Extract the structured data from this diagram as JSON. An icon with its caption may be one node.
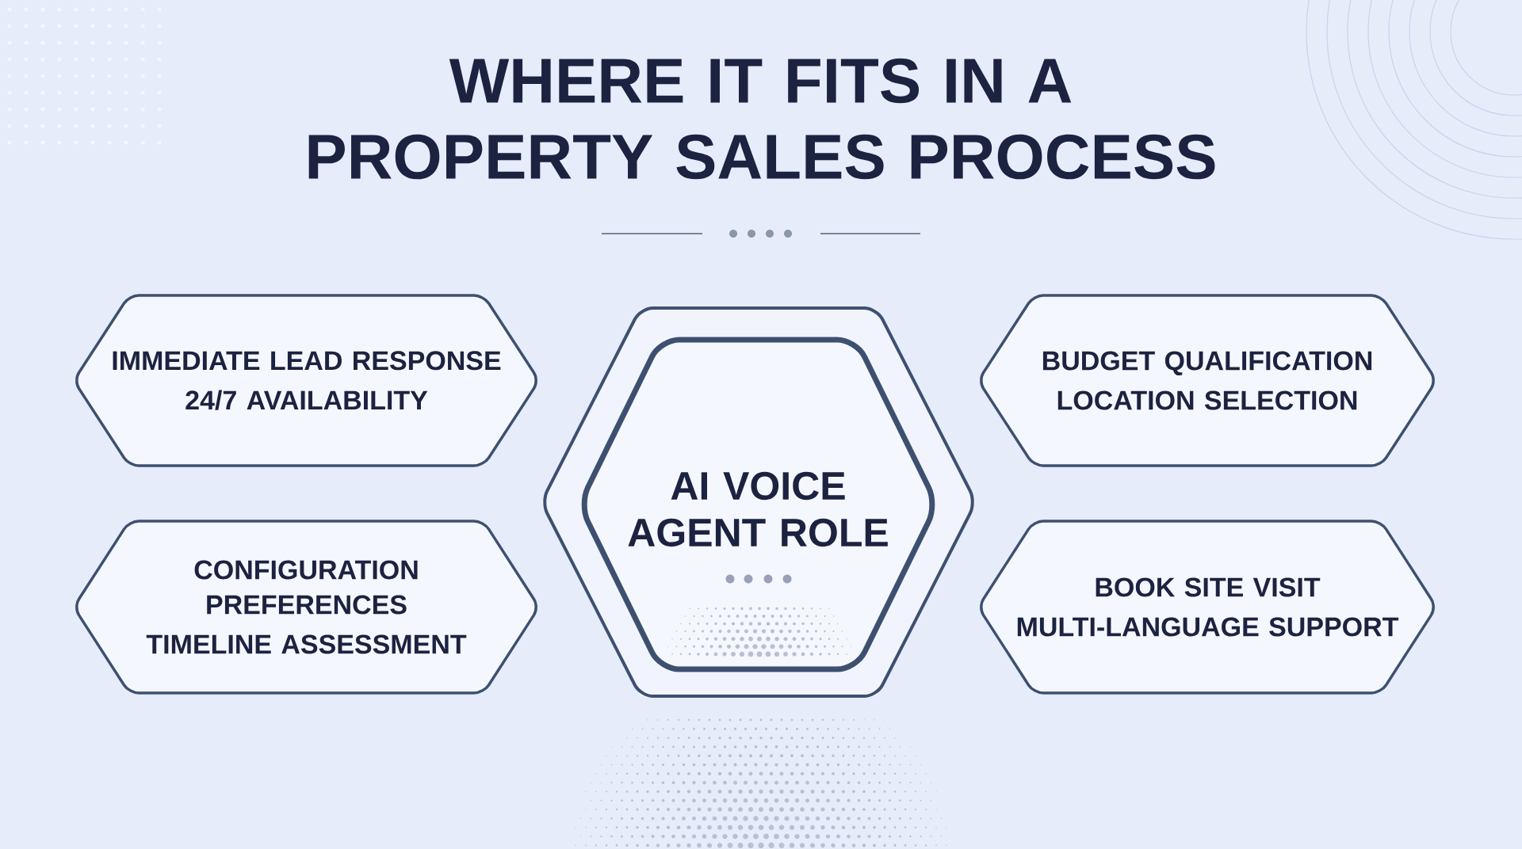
{
  "diagram": {
    "title": "WHERE IT FITS IN A PROPERTY SALES PROCESS",
    "nodes": [
      {
        "text": [
          "IMMEDIATE LEAD RESPONSE",
          "24/7 AVAILABILITY"
        ]
      },
      {
        "text": [
          "AI VOICE AGENT ROLE"
        ]
      },
      {
        "text": [
          "BUDGET QUALIFICATION",
          "LOCATION SELECTION"
        ]
      },
      {
        "text": [
          "CONFIGURATION PREFERENCES",
          "TIMELINE ASSESSMENT"
        ]
      },
      {
        "text": [
          "BOOK SITE VISIT",
          "MULTI-LANGUAGE SUPPORT"
        ]
      }
    ],
    "edges": []
  }
}
